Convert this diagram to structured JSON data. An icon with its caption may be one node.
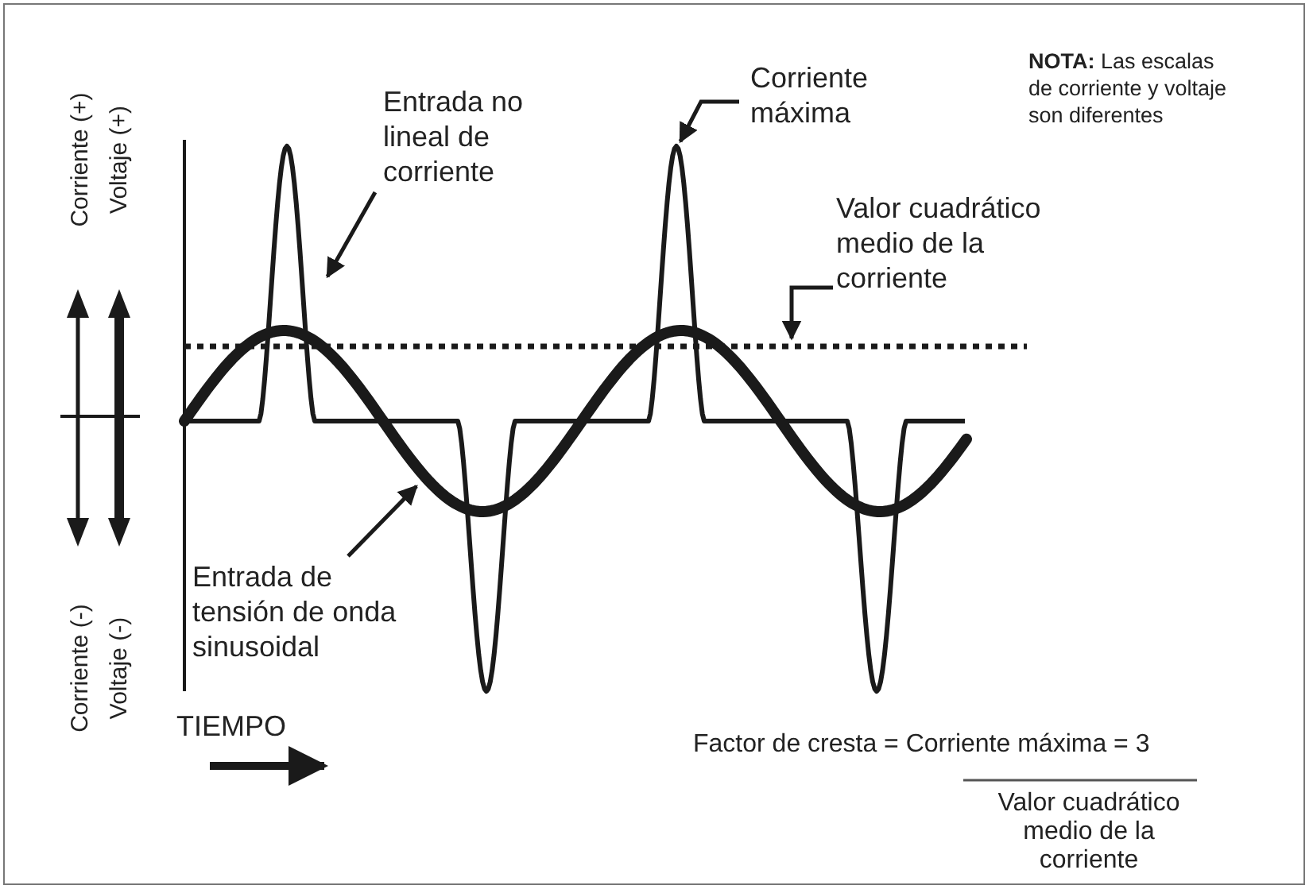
{
  "diagram": {
    "nodes": [
      {
        "text": [
          "Entrada no lineal de corriente"
        ]
      },
      {
        "text": [
          "Corriente máxima"
        ]
      },
      {
        "text": [
          "Valor cuadrático medio de la corriente"
        ]
      },
      {
        "text": [
          "Entrada de tensión de onda sinusoidal"
        ]
      }
    ],
    "edges": [
      {
        "from": 0,
        "to": null,
        "arrow": "to"
      },
      {
        "from": 1,
        "to": null,
        "arrow": "to"
      },
      {
        "from": 2,
        "to": null,
        "arrow": "to"
      },
      {
        "from": 3,
        "to": null,
        "arrow": "to"
      }
    ],
    "labels": [
      "Corriente (+)",
      "Voltaje (+)",
      "Corriente (-)",
      "Voltaje (-)",
      "TIEMPO",
      "**NOTA:** Las escalas de corriente y voltaje son diferentes",
      "Factor de cresta = Corriente máxima = 3",
      "Valor cuadrático medio de la corriente"
    ]
  }
}
